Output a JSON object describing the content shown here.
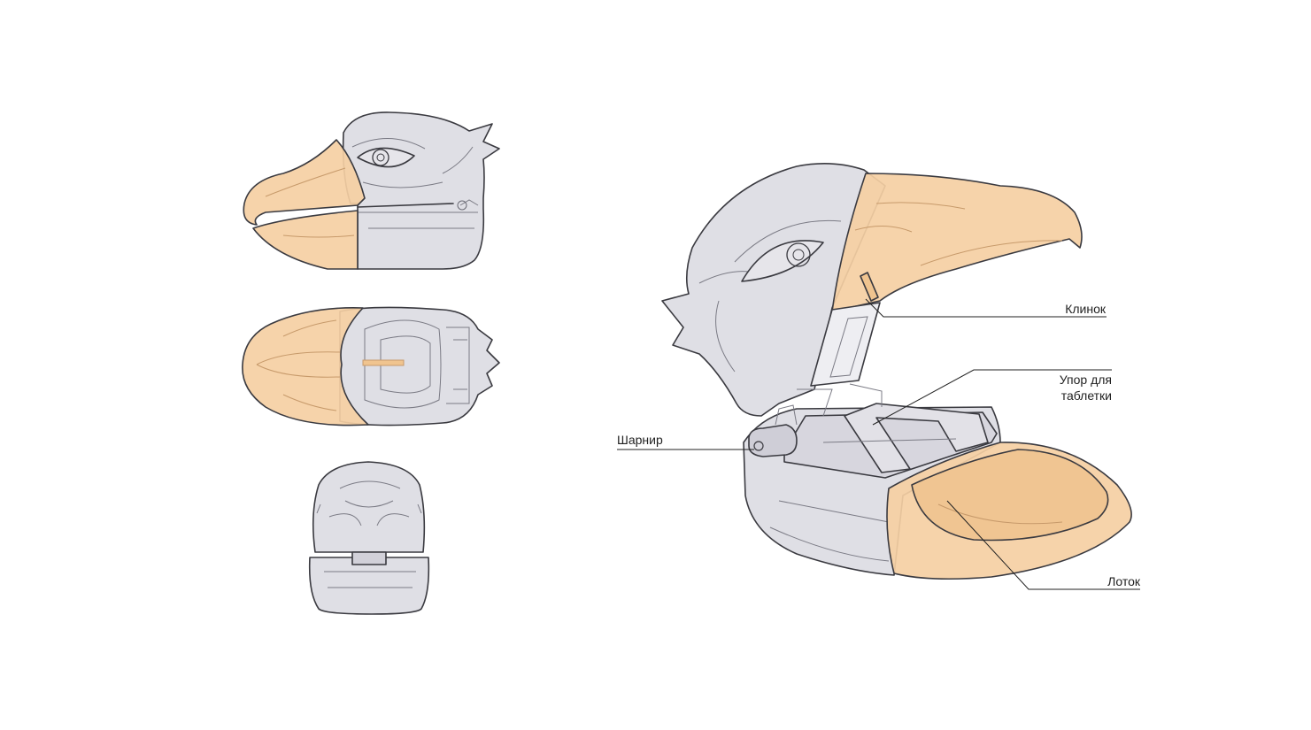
{
  "colors": {
    "body_gray": "#dcdbe2",
    "body_gray_dark": "#c9c8d1",
    "beak_orange": "#f5cfa3",
    "beak_orange_dark": "#eab27e",
    "outline": "#3a3a40",
    "leader_line": "#222222"
  },
  "labels": {
    "blade": "Клинок",
    "pill_stop_line1": "Упор для",
    "pill_stop_line2": "таблетки",
    "hinge": "Шарнир",
    "tray": "Лоток"
  }
}
